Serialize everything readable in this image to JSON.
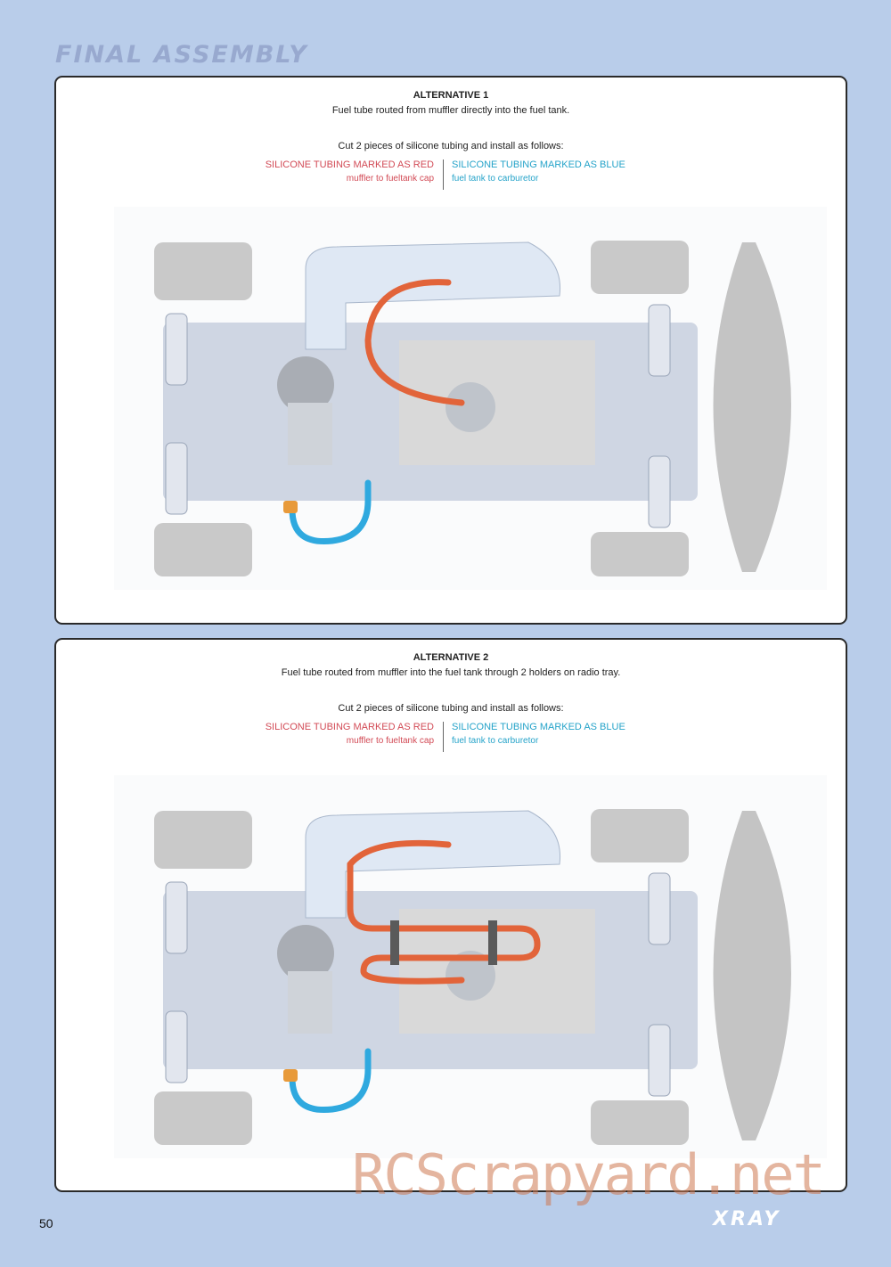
{
  "header": {
    "section_title": "FINAL ASSEMBLY"
  },
  "panels": [
    {
      "title": "ALTERNATIVE 1",
      "description": "Fuel tube routed from muffler directly into the fuel tank.",
      "instruction": "Cut 2 pieces of silicone tubing and install as follows:",
      "red": {
        "label": "SILICONE TUBING MARKED AS RED",
        "sub": "muffler to fueltank cap"
      },
      "blue": {
        "label": "SILICONE TUBING MARKED AS BLUE",
        "sub": "fuel tank to carburetor"
      }
    },
    {
      "title": "ALTERNATIVE 2",
      "description": "Fuel tube routed from muffler into the fuel tank through 2 holders on radio tray.",
      "instruction": "Cut 2 pieces of silicone tubing and install as follows:",
      "red": {
        "label": "SILICONE TUBING MARKED AS RED",
        "sub": "muffler to fueltank cap"
      },
      "blue": {
        "label": "SILICONE TUBING MARKED AS BLUE",
        "sub": "fuel tank to carburetor"
      }
    }
  ],
  "footer": {
    "page_number": "50",
    "brand": "XRAY",
    "watermark": "RCScrapyard.net"
  },
  "colors": {
    "red_tube": "#e2643a",
    "blue_tube": "#2fa9df",
    "red_text": "#d24a55",
    "blue_text": "#25a3c9",
    "background": "#b9cdea"
  }
}
